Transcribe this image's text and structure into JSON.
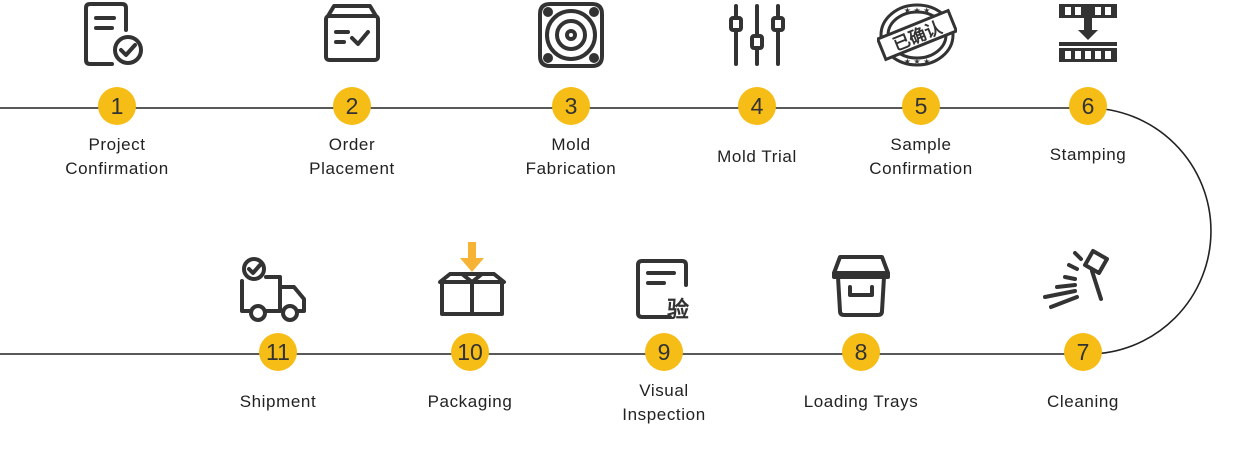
{
  "steps": [
    {
      "number": "1",
      "label": "Project\nConfirmation",
      "icon": "document-check-icon"
    },
    {
      "number": "2",
      "label": "Order\nPlacement",
      "icon": "order-box-check-icon"
    },
    {
      "number": "3",
      "label": "Mold\nFabrication",
      "icon": "mold-speaker-icon"
    },
    {
      "number": "4",
      "label": "Mold Trial",
      "icon": "sliders-icon"
    },
    {
      "number": "5",
      "label": "Sample\nConfirmation",
      "icon": "confirmed-stamp-icon",
      "stamp_text": "已确认"
    },
    {
      "number": "6",
      "label": "Stamping",
      "icon": "stamping-press-icon"
    },
    {
      "number": "7",
      "label": "Cleaning",
      "icon": "spray-nozzle-icon"
    },
    {
      "number": "8",
      "label": "Loading Trays",
      "icon": "tray-icon"
    },
    {
      "number": "9",
      "label": "Visual\nInspection",
      "icon": "inspection-form-icon",
      "form_char": "验"
    },
    {
      "number": "10",
      "label": "Packaging",
      "icon": "package-arrow-icon"
    },
    {
      "number": "11",
      "label": "Shipment",
      "icon": "delivery-truck-icon"
    }
  ],
  "colors": {
    "node": "#f6bd16",
    "line": "#222222",
    "icon": "#333333",
    "accent": "#f6b334"
  }
}
